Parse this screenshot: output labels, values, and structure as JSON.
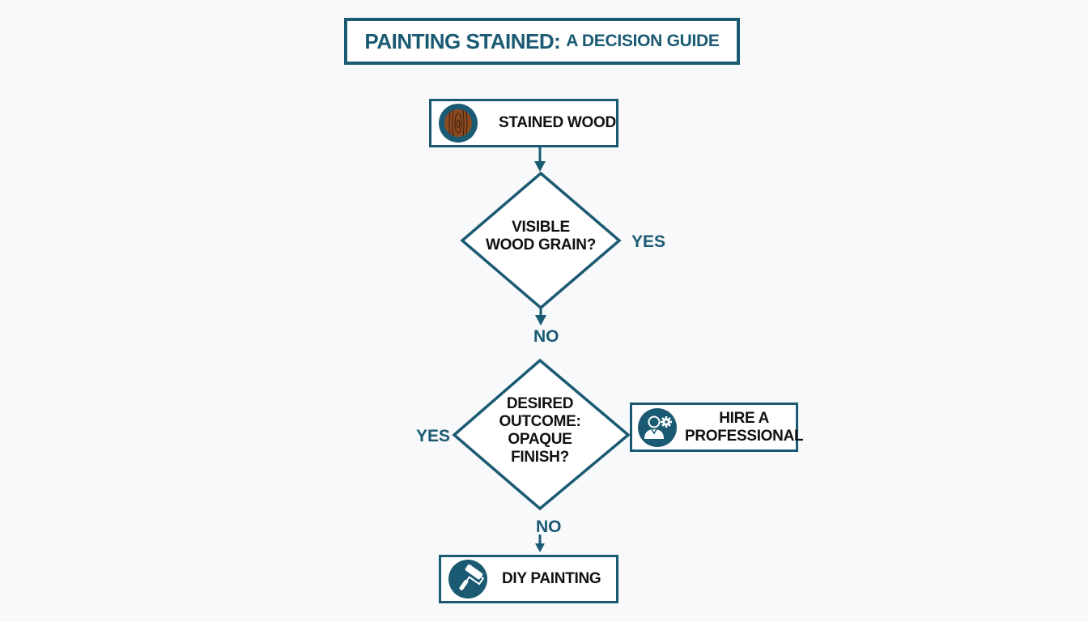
{
  "title": {
    "main": "PAINTING STAINED:",
    "sub": "A DECISION GUIDE"
  },
  "nodes": {
    "start": {
      "label": "STAINED WOOD",
      "icon": "wood-grain-icon"
    },
    "decision1": {
      "line1": "VISIBLE",
      "line2": "WOOD GRAIN?"
    },
    "decision2": {
      "line1": "DESIRED",
      "line2": "OUTCOME:",
      "line3": "OPAQUE",
      "line4": "FINISH?"
    },
    "hire": {
      "line1": "HIRE A",
      "line2": "PROFESSIONAL",
      "icon": "professional-gear-icon"
    },
    "diy": {
      "label": "DIY PAINTING",
      "icon": "paint-roller-icon"
    }
  },
  "branches": {
    "d1_yes": "YES",
    "d1_no": "NO",
    "d2_yes": "YES",
    "d2_no": "NO"
  },
  "colors": {
    "primary": "#1b5a73",
    "background": "#f7f9fa",
    "wood": "#8b4a22",
    "text": "#111111"
  }
}
